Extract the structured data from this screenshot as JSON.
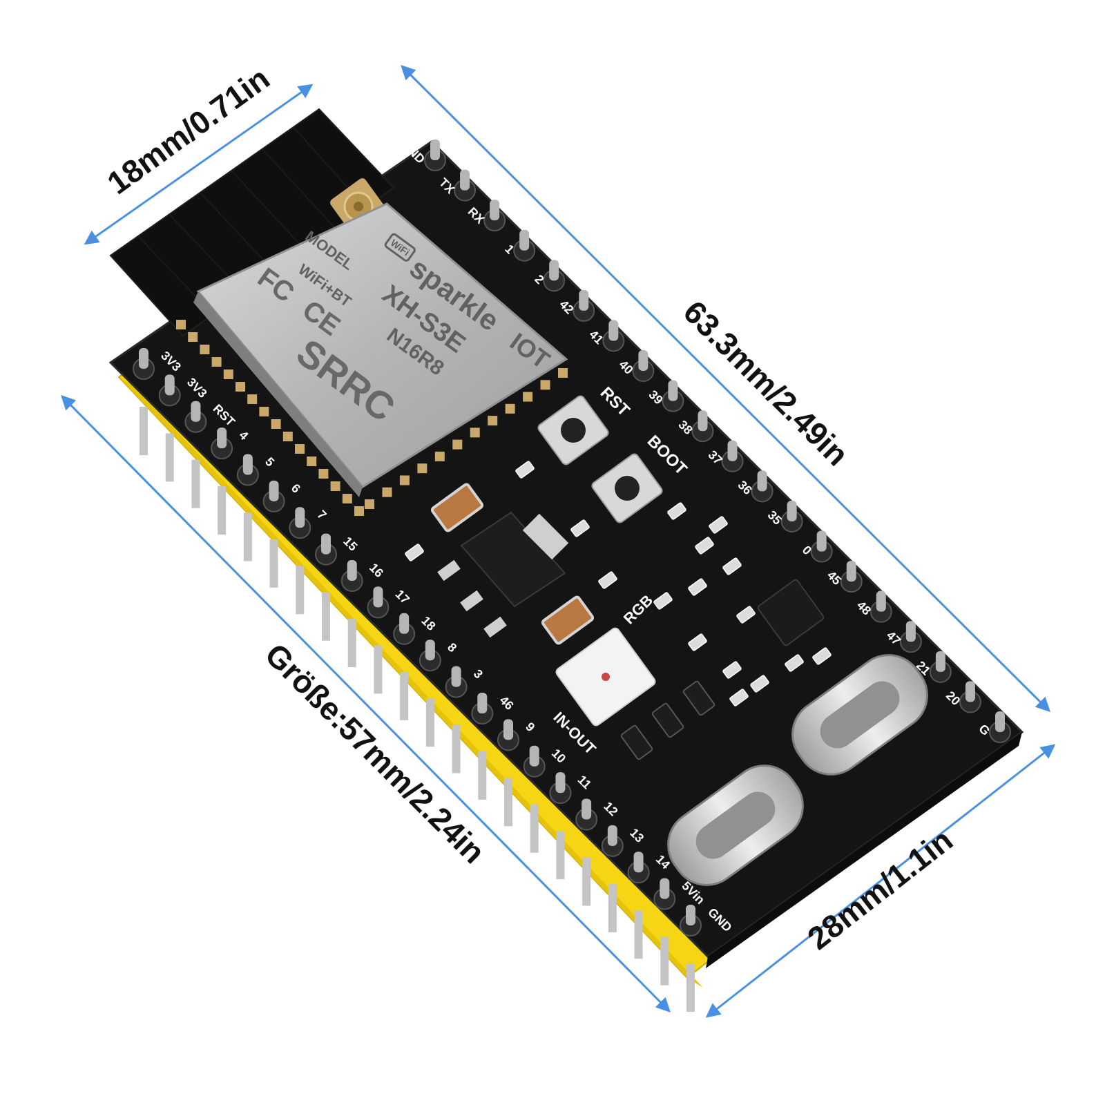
{
  "dimensions": {
    "antenna_width": "18mm/0.71in",
    "board_length": "63.3mm/2.49in",
    "pin_span": "Größe:57mm/2.24in",
    "board_width": "28mm/1.1in"
  },
  "module": {
    "brand": "sparkle",
    "brand_suffix": "IOT",
    "wifi_badge": "WiFi",
    "model_label": "MODEL",
    "model": "XH-S3E",
    "radio": "WiFi+BT",
    "variant": "N16R8",
    "cert_fc": "FC",
    "cert_ce": "CE",
    "cert_srrc": "SRRC"
  },
  "board_labels": {
    "rst": "RST",
    "boot": "BOOT",
    "rgb": "RGB",
    "in_out": "IN-OUT"
  },
  "pins_right": [
    "GND",
    "TX",
    "RX",
    "1",
    "2",
    "42",
    "41",
    "40",
    "39",
    "38",
    "37",
    "36",
    "35",
    "0",
    "45",
    "48",
    "47",
    "21",
    "20",
    "G"
  ],
  "pins_left": [
    "3V3",
    "3V3",
    "RST",
    "4",
    "5",
    "6",
    "7",
    "15",
    "16",
    "17",
    "18",
    "8",
    "3",
    "46",
    "9",
    "10",
    "11",
    "12",
    "13",
    "14",
    "5Vin",
    "GND"
  ],
  "colors": {
    "dimension_line": "#4a90e2",
    "pcb": "#141414",
    "header": "#f5d514",
    "shield": "#b9bbbd",
    "text": "#111111"
  }
}
